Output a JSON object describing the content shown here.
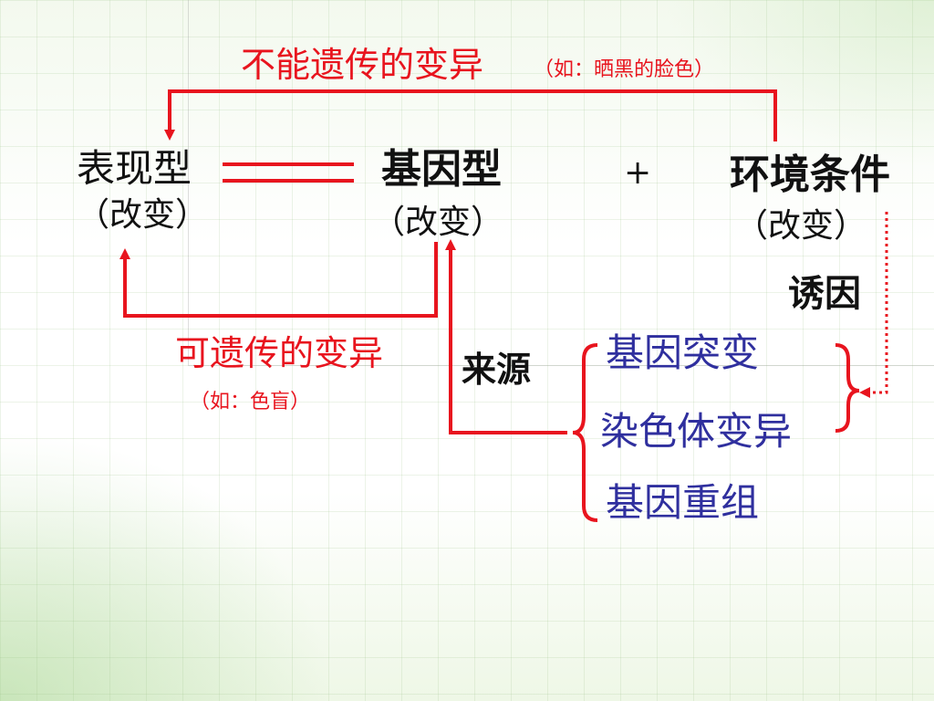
{
  "top_arrow_label": "不能遗传的变异",
  "top_arrow_example": "（如：晒黑的脸色）",
  "phenotype": "表现型",
  "phenotype_change": "（改变）",
  "genotype": "基因型",
  "genotype_change": "（改变）",
  "plus": "+",
  "environment": "环境条件",
  "environment_change": "（改变）",
  "inducer": "诱因",
  "heritable_label": "可遗传的变异",
  "heritable_example": "（如：色盲）",
  "source": "来源",
  "variation_sources": [
    "基因突变",
    "染色体变异",
    "基因重组"
  ],
  "colors": {
    "red": "#e8141e",
    "blue": "#2f2f9e",
    "black": "#111111"
  }
}
